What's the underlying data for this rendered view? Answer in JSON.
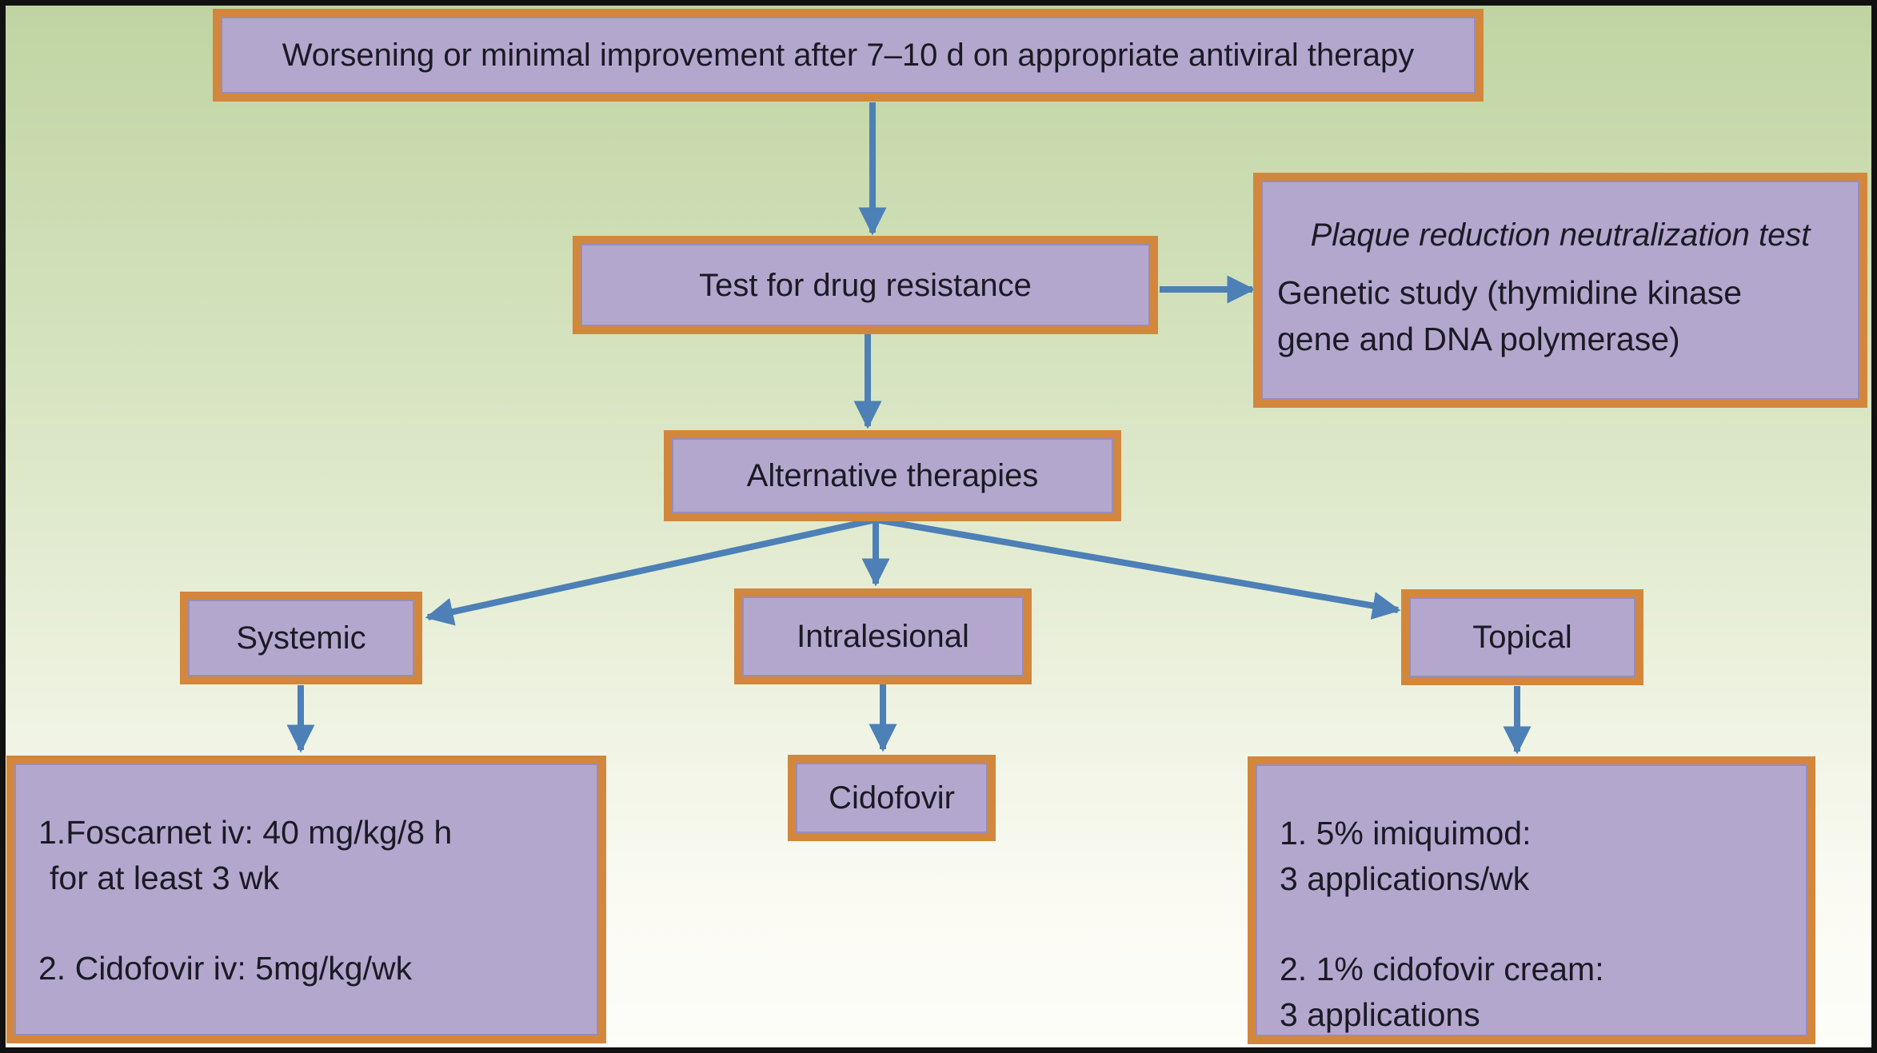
{
  "colors": {
    "background_top": "#c0d4a2",
    "background_bottom": "#fdfdf9",
    "box_fill": "#b4a7ce",
    "box_border": "#d3873c",
    "arrow": "#4c80b6",
    "text": "#1a1a24",
    "frame": "#111111"
  },
  "nodes": {
    "start": {
      "label": "Worsening or minimal improvement after 7–10 d on appropriate antiviral therapy"
    },
    "test": {
      "label": "Test for drug resistance"
    },
    "diagnostics": {
      "title_italic": "Plaque reduction neutralization test",
      "lines": [
        "Genetic study (thymidine kinase",
        "gene and DNA polymerase)"
      ]
    },
    "alternative": {
      "label": "Alternative therapies"
    },
    "systemic": {
      "label": "Systemic"
    },
    "intralesional": {
      "label": "Intralesional"
    },
    "topical": {
      "label": "Topical"
    },
    "cidofovir": {
      "label": "Cidofovir"
    },
    "systemic_details": {
      "item1": [
        "1.Foscarnet iv: 40 mg/kg/8 h",
        "for at least 3 wk"
      ],
      "item2": [
        "2. Cidofovir iv: 5mg/kg/wk"
      ]
    },
    "topical_details": {
      "item1": [
        "1. 5% imiquimod:",
        "3 applications/wk"
      ],
      "item2": [
        "2. 1% cidofovir cream:",
        "3 applications"
      ]
    }
  }
}
